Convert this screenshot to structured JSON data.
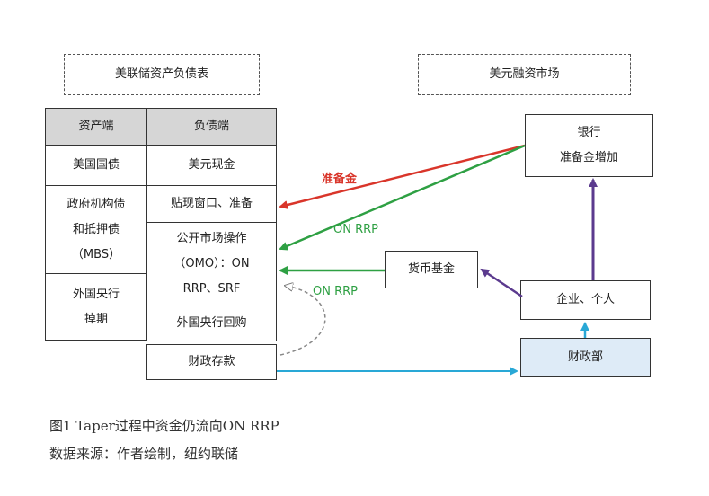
{
  "titles": {
    "fed_balance_sheet": "美联储资产负债表",
    "dollar_market": "美元融资市场"
  },
  "table": {
    "asset_header": "资产端",
    "liability_header": "负债端",
    "assets": {
      "treasuries": "美国国债",
      "mbs_line1": "政府机构债",
      "mbs_line2": "和抵押债",
      "mbs_line3": "（MBS）",
      "swap_line1": "外国央行",
      "swap_line2": "掉期"
    },
    "liabilities": {
      "currency": "美元现金",
      "discount_window": "贴现窗口、准备",
      "omo_line1": "公开市场操作",
      "omo_line2": "（OMO）：ON",
      "omo_line3": "RRP、SRF",
      "foreign_repo": "外国央行回购",
      "tga": "财政存款"
    }
  },
  "entities": {
    "bank_line1": "银行",
    "bank_line2": "准备金增加",
    "mmf": "货币基金",
    "corp": "企业、个人",
    "treasury": "财政部"
  },
  "arrow_labels": {
    "reserves": "准备金",
    "on_rrp_1": "ON RRP",
    "on_rrp_2": "ON RRP"
  },
  "caption": {
    "figure": "图1 Taper过程中资金仍流向ON RRP",
    "source": "数据来源：作者绘制，纽约联储"
  },
  "colors": {
    "red_arrow": "#d9352a",
    "green_arrow": "#2ea043",
    "purple_arrow": "#5b3a8e",
    "cyan_arrow": "#29a8d6",
    "header_fill": "#d6d6d6",
    "treasury_fill": "#deebf7"
  }
}
